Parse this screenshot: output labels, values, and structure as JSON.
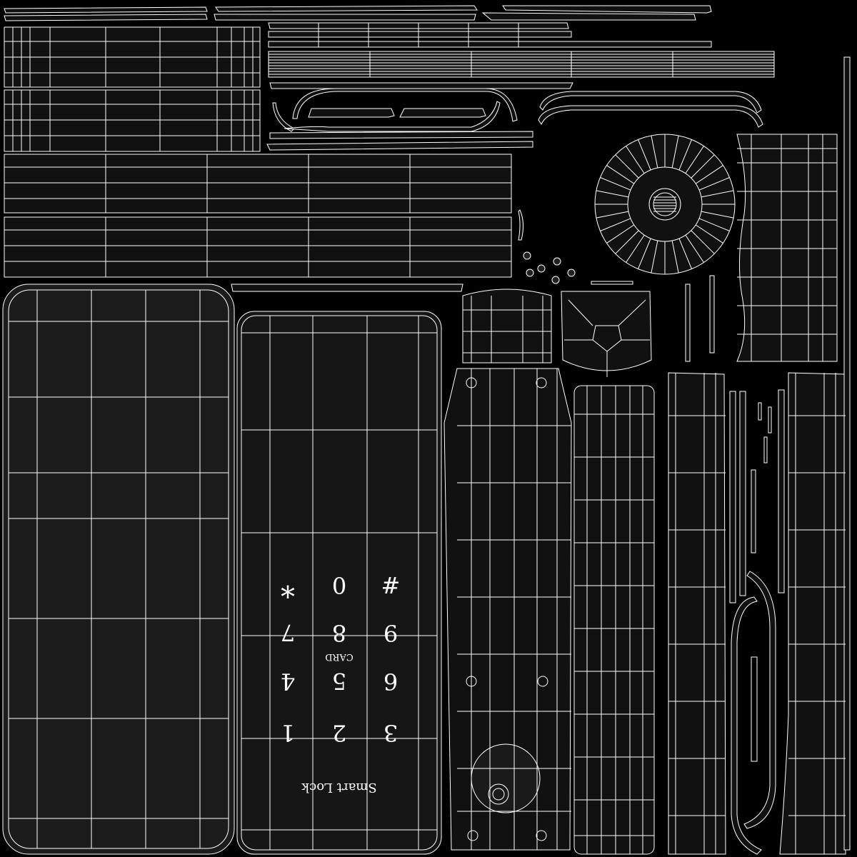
{
  "keypad": {
    "rows": [
      [
        "#",
        "0",
        "*"
      ],
      [
        "9",
        "8",
        "7"
      ],
      [
        "6",
        "5",
        "4"
      ],
      [
        "3",
        "2",
        "1"
      ]
    ],
    "card_label": "CARD",
    "brand_label": "Smart Lock"
  },
  "colors": {
    "background": "#000000",
    "wire": "#ffffff",
    "fill": "#1a1a1a"
  }
}
